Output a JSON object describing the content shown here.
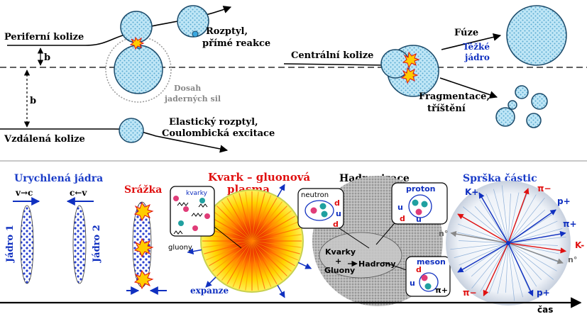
{
  "top": {
    "peripheral": {
      "label_collision": "Periferní kolize",
      "label_scatter_1": "Rozptyl,",
      "label_scatter_2": "přímé reakce",
      "b": "b",
      "range_1": "Dosah",
      "range_2": "jaderných sil"
    },
    "distant": {
      "b": "b",
      "label_collision": "Vzdálená kolize",
      "label_result_1": "Elastický rozptyl,",
      "label_result_2": "Coulombická excitace"
    },
    "central": {
      "label_collision": "Centrální kolize",
      "fusion": "Fúze",
      "heavy_1": "Těžké",
      "heavy_2": "jádro",
      "frag_1": "Fragmentace,",
      "frag_2": "tříštění"
    }
  },
  "bottom": {
    "stage1": {
      "title": "Urychlená jádra",
      "v_right": "v→c",
      "v_left": "c←v",
      "nucleus1": "Jádro 1",
      "nucleus2": "Jádro 2"
    },
    "stage2": {
      "title": "Srážka"
    },
    "stage3": {
      "title_1": "Kvark – gluonová",
      "title_2": "plasma",
      "quarks": "kvarky",
      "gluons": "gluony",
      "expansion": "expanze"
    },
    "stage4": {
      "title": "Hadronizace",
      "neutron": "neutron",
      "proton": "proton",
      "meson": "meson",
      "d": "d",
      "u": "u",
      "pi_plus": "π+",
      "quarks": "Kvarky",
      "plus": "+",
      "gluons": "Gluony",
      "hadrons": "Hadrony"
    },
    "stage5": {
      "title": "Sprška částic",
      "k_plus": "K+",
      "pi_minus_top": "π−",
      "p_plus_top": "p+",
      "pi_plus": "π+",
      "k_minus": "K-",
      "n0_left": "n°",
      "n0_right": "n°",
      "pi_minus_bottom": "π−",
      "p_plus_bottom": "p+"
    },
    "time_label": "čas"
  },
  "colors": {
    "nucleus_fill": "#b8e4f4",
    "nucleus_stroke": "#1a4a6a",
    "blue_text": "#1030c0",
    "red_text": "#e01010",
    "title_blue": "#1a3cc8"
  }
}
